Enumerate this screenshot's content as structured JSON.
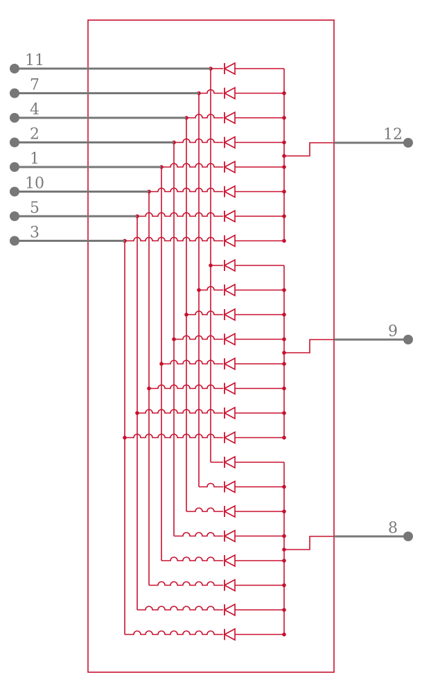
{
  "schematic": {
    "colors": {
      "component": "#c8102e",
      "pin": "#777777",
      "label": "#7a7a7a"
    },
    "left_pins": [
      "11",
      "7",
      "4",
      "2",
      "1",
      "10",
      "5",
      "3"
    ],
    "right_pins": [
      "12",
      "9",
      "8"
    ],
    "diodes_per_group": 8,
    "groups": 3
  }
}
